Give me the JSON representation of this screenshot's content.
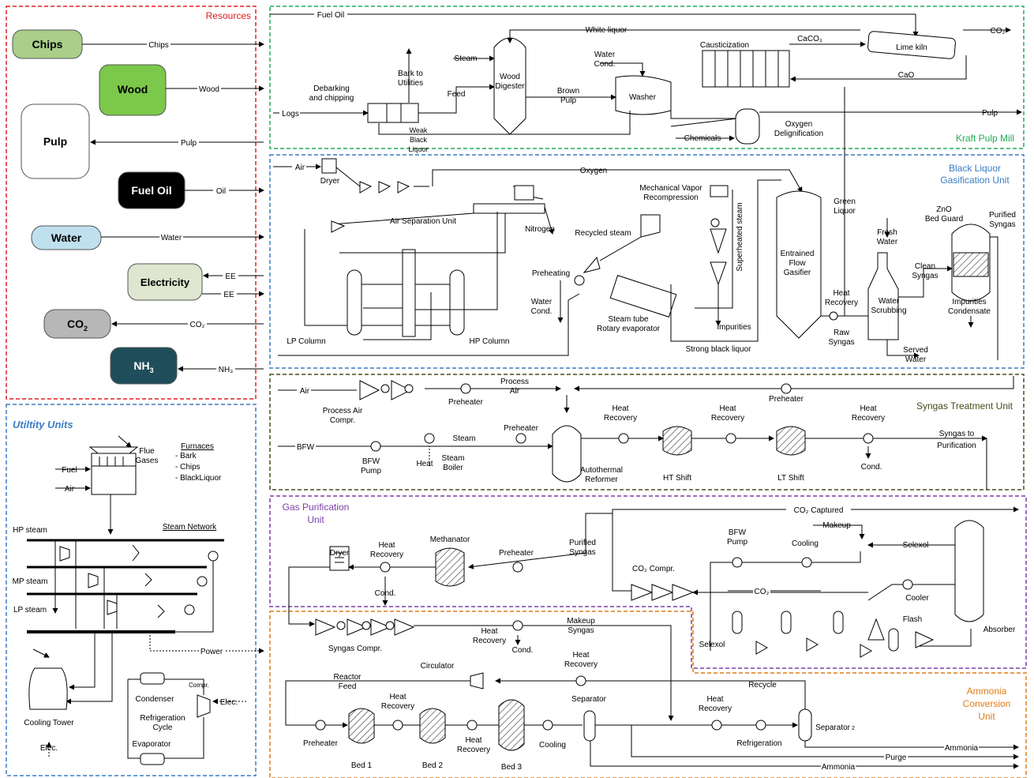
{
  "colors": {
    "resources": "#e02020",
    "kraft": "#22aa55",
    "blq": "#3a7dc4",
    "syngas": "#4a4a1e",
    "gaspur": "#7b3fa8",
    "ammonia": "#e07b1a",
    "utility": "#3a7dc4",
    "chips_fill": "#a9cf8a",
    "wood_fill": "#7cc84a",
    "water_fill": "#bfe0ee",
    "elec_fill": "#dfe6d0",
    "co2_fill": "#b7b7b7",
    "nh3_fill": "#1f4e5a",
    "fueloil_fill": "#000000"
  },
  "sections": {
    "resources": "Resources",
    "kraft": "Kraft Pulp Mill",
    "blq": [
      "Black Liquor",
      "Gasification Unit"
    ],
    "syngas": "Syngas Treatment Unit",
    "gaspur": [
      "Gas Purification",
      "Unit"
    ],
    "ammonia": [
      "Ammonia",
      "Conversion",
      "Unit"
    ],
    "utility": "Utiltity Units"
  },
  "resources": {
    "chips": "Chips",
    "wood": "Wood",
    "pulp": "Pulp",
    "fuel_oil": "Fuel Oil",
    "water": "Water",
    "electricity": "Electricity",
    "co2": "CO",
    "co2_sub": "2",
    "nh3": "NH",
    "nh3_sub": "3"
  },
  "resource_flows": {
    "chips": "Chips",
    "wood": "Wood",
    "pulp": "Pulp",
    "oil": "Oil",
    "water": "Water",
    "ee1": "EE",
    "ee2": "EE",
    "co2": "CO₂",
    "nh3": "NH₃",
    "logs": "Logs",
    "fuel_oil": "Fuel Oil",
    "air": "Air"
  },
  "kraft": {
    "debarking": [
      "Debarking",
      "and chipping"
    ],
    "bark": [
      "Bark to",
      "Utilities"
    ],
    "weak_black": [
      "Weak",
      "Black",
      "Liquor"
    ],
    "steam": "Steam",
    "feed": "Feed",
    "digester": [
      "Wood",
      "Digester"
    ],
    "brown_pulp": [
      "Brown",
      "Pulp"
    ],
    "white_liquor": "White liquor",
    "water_cond": [
      "Water",
      "Cond."
    ],
    "washer": "Washer",
    "chemicals": "Chemicals",
    "oxygen_delig": [
      "Oxygen",
      "Delignification"
    ],
    "causticization": "Causticization",
    "caco3": "CaCO₃",
    "lime_kiln": "Lime kiln",
    "co2": "CO₂",
    "cao": "CaO",
    "pulp_out": "Pulp"
  },
  "blq": {
    "dryer": "Dryer",
    "asu": "Air Separation Unit",
    "oxygen": "Oxygen",
    "nitrogen": "Nitrogen",
    "lp_column": "LP Column",
    "hp_column": "HP Column",
    "mvr": [
      "Mechanical Vapor",
      "Recompression"
    ],
    "recycled_steam": "Recycled steam",
    "preheating": "Preheating",
    "water_cond": [
      "Water",
      "Cond."
    ],
    "steam_tube": [
      "Steam tube",
      "Rotary evaporator"
    ],
    "superheated": "Superheated steam",
    "impurities": "Impurities",
    "strong_bl": "Strong black liquor",
    "gasifier": [
      "Entrained",
      "Flow",
      "Gasifier"
    ],
    "green_liquor": [
      "Green",
      "Liquor"
    ],
    "heat_recovery": [
      "Heat",
      "Recovery"
    ],
    "raw_syngas": [
      "Raw",
      "Syngas"
    ],
    "fresh_water": [
      "Fresh",
      "Water"
    ],
    "water_scrubbing": [
      "Water",
      "Scrubbing"
    ],
    "clean_syngas": [
      "Clean",
      "Syngas"
    ],
    "served_water": [
      "Served",
      "Water"
    ],
    "zno": [
      "ZnO",
      "Bed Guard"
    ],
    "impurities_cond": [
      "Impurities",
      "Condensate"
    ],
    "purified_syngas": [
      "Purified",
      "Syngas"
    ]
  },
  "syngas": {
    "air": "Air",
    "process_air_compr": [
      "Process Air",
      "Compr."
    ],
    "preheater": "Preheater",
    "process_air": [
      "Process",
      "Air"
    ],
    "preheater2": "Preheater",
    "bfw": "BFW",
    "bfw_pump": [
      "BFW",
      "Pump"
    ],
    "heat": "Heat",
    "steam": "Steam",
    "steam_boiler": [
      "Steam",
      "Boiler"
    ],
    "preheater3": "Preheater",
    "atr": [
      "Autothermal",
      "Reformer"
    ],
    "heat_recovery": [
      "Heat",
      "Recovery"
    ],
    "ht_shift": "HT Shift",
    "lt_shift": "LT Shift",
    "cond": "Cond.",
    "syngas_to_pur": [
      "Syngas to",
      "Purification"
    ]
  },
  "gaspur": {
    "co2_captured": "CO₂ Captured",
    "makeup": "Makeup",
    "bfw_pump": [
      "BFW",
      "Pump"
    ],
    "cooling": "Cooling",
    "selexol": "Selexol",
    "selexol2": "Selexol",
    "dryer": "Dryer",
    "heat_recovery": [
      "Heat",
      "Recovery"
    ],
    "methanator": "Methanator",
    "preheater": "Preheater",
    "purified_syngas": [
      "Purified",
      "Syngas"
    ],
    "co2_compr": "CO₂ Compr.",
    "co2": "CO₂",
    "cooler": "Cooler",
    "flash": "Flash",
    "absorber": "Absorber",
    "cond": "Cond."
  },
  "ammonia": {
    "syngas_compr": "Syngas Compr.",
    "heat_recovery": [
      "Heat",
      "Recovery"
    ],
    "makeup_syngas": [
      "Makeup",
      "Syngas"
    ],
    "cond": "Cond.",
    "circulator": "Circulator",
    "reactor_feed": [
      "Reactor",
      "Feed"
    ],
    "recycle": "Recycle",
    "preheater": "Preheater",
    "bed1": "Bed 1",
    "bed2": "Bed 2",
    "bed3": "Bed 3",
    "cooling": "Cooling",
    "separator": "Separator",
    "refrigeration": "Refrigeration",
    "separator2": "Separator",
    "separator2_sub": "2",
    "ammonia1": "Ammonia",
    "purge": "Purge",
    "ammonia2": "Ammonia"
  },
  "utility": {
    "fuel": "Fuel",
    "air": "Air",
    "flue": [
      "Flue",
      "Gases"
    ],
    "furnaces": "Furnaces",
    "furnace_items": [
      "- Bark",
      "- Chips",
      "- BlackLiquor"
    ],
    "steam_network": "Steam Network",
    "hp": "HP steam",
    "mp": "MP steam",
    "lp": "LP steam",
    "power": "Power",
    "cooling_tower": "Cooling Tower",
    "elec": "Elec.",
    "condenser": "Condenser",
    "refrig": [
      "Refrigeration",
      "Cycle"
    ],
    "compr": "Compr.",
    "elec2": "Elec.",
    "evaporator": "Evaporator"
  }
}
